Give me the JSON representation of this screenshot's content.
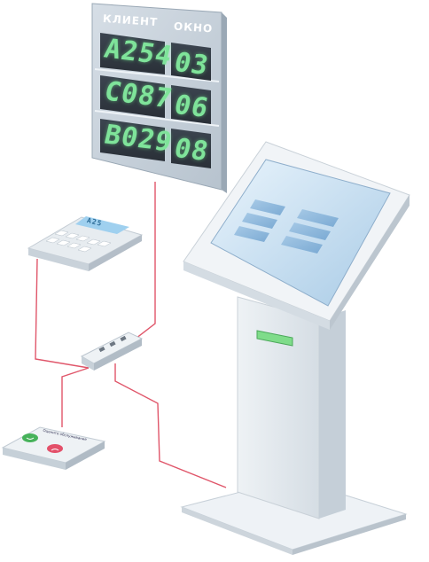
{
  "queue_board": {
    "header_client": "КЛИЕНТ",
    "header_window": "ОКНО",
    "rows": [
      {
        "client": "A254",
        "window": "03"
      },
      {
        "client": "C087",
        "window": "06"
      },
      {
        "client": "B029",
        "window": "08"
      }
    ]
  },
  "keypad": {
    "display": "A25"
  },
  "feedback_panel": {
    "title": "Оцените обслуживание"
  },
  "colors": {
    "display_digits": "#7fe39a",
    "cable": "#e0566a",
    "board_frame": "#c9d3dc",
    "screen": "#cfe6f7"
  }
}
